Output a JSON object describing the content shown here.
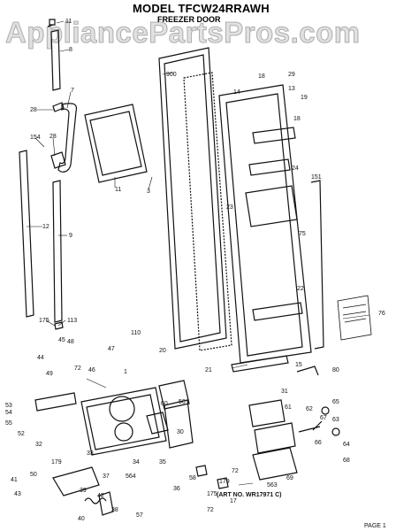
{
  "header": {
    "title": "MODEL TFCW24RRAWH",
    "subtitle": "FREEZER DOOR",
    "watermark": "AppliancePartsPros.com"
  },
  "footer": {
    "art_number": "(ART NO. WR17971 C)",
    "page_label": "PAGE 1"
  },
  "callouts": [
    "11",
    "8",
    "7",
    "28",
    "154",
    "28",
    "12",
    "9",
    "11",
    "3",
    "900",
    "113",
    "175",
    "48",
    "45",
    "44",
    "49",
    "72",
    "46",
    "47",
    "110",
    "20",
    "14",
    "18",
    "29",
    "13",
    "19",
    "18",
    "24",
    "23",
    "151",
    "75",
    "22",
    "21",
    "15",
    "80",
    "76",
    "1",
    "56",
    "30",
    "31",
    "61",
    "62",
    "67",
    "65",
    "63",
    "66",
    "64",
    "69",
    "68",
    "563",
    "53",
    "54",
    "55",
    "52",
    "32",
    "33",
    "34",
    "35",
    "36",
    "50",
    "37",
    "179",
    "564",
    "39",
    "38",
    "42",
    "41",
    "43",
    "40",
    "57",
    "58",
    "179",
    "72",
    "175",
    "72",
    "17",
    "60"
  ],
  "colors": {
    "ink": "#111111",
    "background": "#ffffff",
    "watermark": "#c8c8c8"
  }
}
